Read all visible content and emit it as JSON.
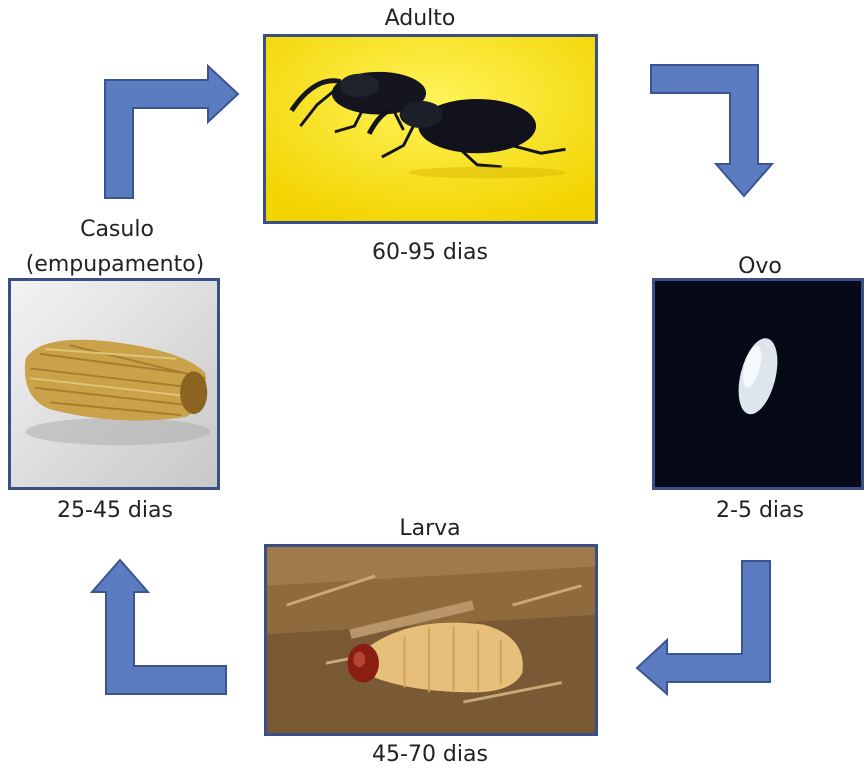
{
  "colors": {
    "frame": "#3a4f86",
    "arrow_fill": "#5b7cc0",
    "arrow_stroke": "#3b5594"
  },
  "stages": {
    "adulto": {
      "title": "Adulto",
      "duration": "60-95 dias",
      "image": "adult-weevils-photo"
    },
    "ovo": {
      "title": "Ovo",
      "duration": "2-5 dias",
      "image": "egg-photo"
    },
    "larva": {
      "title": "Larva",
      "duration": "45-70 dias",
      "image": "larva-photo"
    },
    "casulo": {
      "title_line1": "Casulo",
      "title_line2": "(empupamento)",
      "duration": "25-45 dias",
      "image": "cocoon-photo"
    }
  },
  "arrows": [
    "arrow-casulo-to-adulto",
    "arrow-adulto-to-ovo",
    "arrow-ovo-to-larva",
    "arrow-larva-to-casulo"
  ]
}
